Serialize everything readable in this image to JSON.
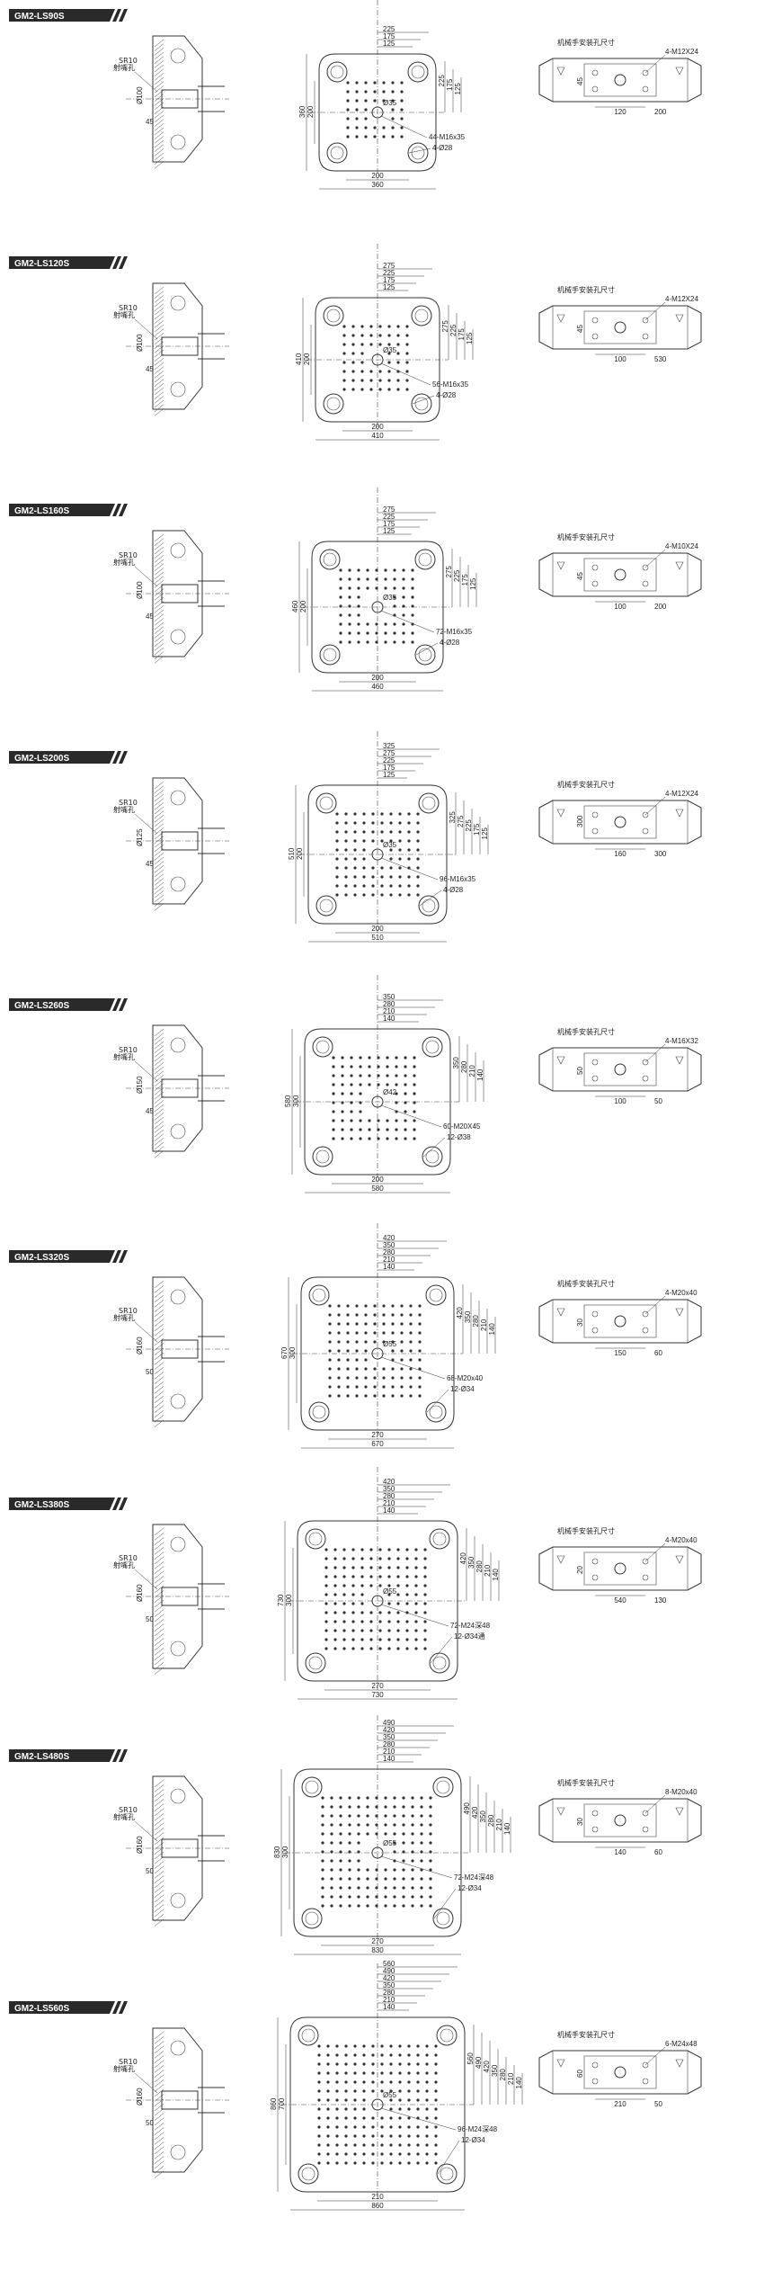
{
  "robot_caption": "机械手安装孔尺寸",
  "label_sr": "SR10",
  "label_nozzle": "射嘴孔",
  "models": [
    {
      "id": "GM2-LS90S",
      "w": [
        "225",
        "175",
        "125"
      ],
      "h": [
        "225",
        "175",
        "125"
      ],
      "oh": "360",
      "ih": "200",
      "bw": "200",
      "ow": "360",
      "hole1": "44-M16x35",
      "hole2": "4-Ø28",
      "ring": "Ø35",
      "nz": "Ø100",
      "a": "45",
      "robot_thread": "4-M12X24",
      "r_h": "45",
      "r_w": "120",
      "r_b": "200"
    },
    {
      "id": "GM2-LS120S",
      "w": [
        "275",
        "225",
        "175",
        "125"
      ],
      "h": [
        "275",
        "225",
        "175",
        "125"
      ],
      "oh": "410",
      "ih": "200",
      "bw": "200",
      "ow": "410",
      "hole1": "56-M16x35",
      "hole2": "4-Ø28",
      "ring": "Ø35",
      "nz": "Ø100",
      "a": "45",
      "robot_thread": "4-M12X24",
      "r_h": "45",
      "r_w": "100",
      "r_b": "530"
    },
    {
      "id": "GM2-LS160S",
      "w": [
        "275",
        "225",
        "175",
        "125"
      ],
      "h": [
        "275",
        "225",
        "175",
        "125"
      ],
      "oh": "460",
      "ih": "200",
      "bw": "200",
      "ow": "460",
      "hole1": "72-M16x35",
      "hole2": "4-Ø28",
      "ring": "Ø35",
      "nz": "Ø100",
      "a": "45",
      "robot_thread": "4-M10X24",
      "r_h": "45",
      "r_w": "100",
      "r_b": "200"
    },
    {
      "id": "GM2-LS200S",
      "w": [
        "325",
        "275",
        "225",
        "175",
        "125"
      ],
      "h": [
        "325",
        "275",
        "225",
        "175",
        "125"
      ],
      "oh": "510",
      "ih": "200",
      "bw": "200",
      "ow": "510",
      "hole1": "96-M16x35",
      "hole2": "4-Ø28",
      "ring": "Ø35",
      "nz": "Ø125",
      "a": "45",
      "robot_thread": "4-M12X24",
      "r_h": "300",
      "r_w": "160",
      "r_b": "300"
    },
    {
      "id": "GM2-LS260S",
      "w": [
        "350",
        "280",
        "210",
        "140"
      ],
      "h": [
        "350",
        "280",
        "210",
        "140"
      ],
      "oh": "580",
      "ih": "300",
      "bw": "200",
      "ow": "580",
      "hole1": "60-M20X45",
      "hole2": "12-Ø38",
      "ring": "Ø42",
      "nz": "Ø150",
      "a": "45",
      "robot_thread": "4-M16X32",
      "r_h": "50",
      "r_w": "100",
      "r_b": "50"
    },
    {
      "id": "GM2-LS320S",
      "w": [
        "420",
        "350",
        "280",
        "210",
        "140"
      ],
      "h": [
        "420",
        "350",
        "280",
        "210",
        "140"
      ],
      "oh": "670",
      "ih": "300",
      "bw": "270",
      "ow": "670",
      "hole1": "68-M20x40",
      "hole2": "12-Ø34",
      "ring": "Ø55",
      "nz": "Ø160",
      "a": "50",
      "robot_thread": "4-M20x40",
      "r_h": "30",
      "r_w": "150",
      "r_b": "60"
    },
    {
      "id": "GM2-LS380S",
      "w": [
        "420",
        "350",
        "280",
        "210",
        "140"
      ],
      "h": [
        "420",
        "350",
        "280",
        "210",
        "140"
      ],
      "oh": "730",
      "ih": "300",
      "bw": "270",
      "ow": "730",
      "hole1": "72-M24深48",
      "hole2": "12-Ø34通",
      "ring": "Ø55",
      "nz": "Ø160",
      "a": "50",
      "robot_thread": "4-M20x40",
      "r_h": "20",
      "r_w": "540",
      "r_b": "130"
    },
    {
      "id": "GM2-LS480S",
      "w": [
        "490",
        "420",
        "350",
        "280",
        "210",
        "140"
      ],
      "h": [
        "490",
        "420",
        "350",
        "280",
        "210",
        "140"
      ],
      "oh": "830",
      "ih": "300",
      "bw": "270",
      "ow": "830",
      "hole1": "72-M24深48",
      "hole2": "12-Ø34",
      "ring": "Ø55",
      "nz": "Ø160",
      "a": "50",
      "robot_thread": "8-M20x40",
      "r_h": "30",
      "r_w": "140",
      "r_b": "60"
    },
    {
      "id": "GM2-LS560S",
      "w": [
        "560",
        "490",
        "420",
        "350",
        "280",
        "210",
        "140"
      ],
      "h": [
        "560",
        "490",
        "420",
        "350",
        "280",
        "210",
        "140"
      ],
      "oh": "860",
      "ih": "700",
      "bw": "210",
      "ow": "860",
      "hole1": "96-M24深48",
      "hole2": "12-Ø34",
      "ring": "Ø55",
      "nz": "Ø160",
      "a": "50",
      "robot_thread": "6-M24x48",
      "r_h": "60",
      "r_w": "210",
      "r_b": "50"
    }
  ]
}
